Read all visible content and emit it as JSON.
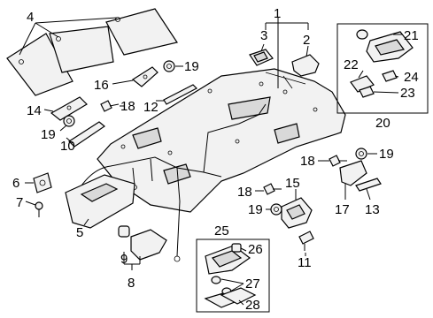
{
  "callouts": {
    "c1": "1",
    "c2": "2",
    "c3": "3",
    "c4": "4",
    "c5": "5",
    "c6": "6",
    "c7": "7",
    "c8": "8",
    "c9": "9",
    "c10": "10",
    "c11": "11",
    "c12": "12",
    "c13": "13",
    "c14": "14",
    "c15": "15",
    "c16": "16",
    "c17": "17",
    "c18a": "18",
    "c18b": "18",
    "c18c": "18",
    "c19a": "19",
    "c19b": "19",
    "c19c": "19",
    "c19d": "19",
    "c20": "20",
    "c21": "21",
    "c22": "22",
    "c23": "23",
    "c24": "24",
    "c25": "25",
    "c26": "26",
    "c27": "27",
    "c28": "28"
  }
}
